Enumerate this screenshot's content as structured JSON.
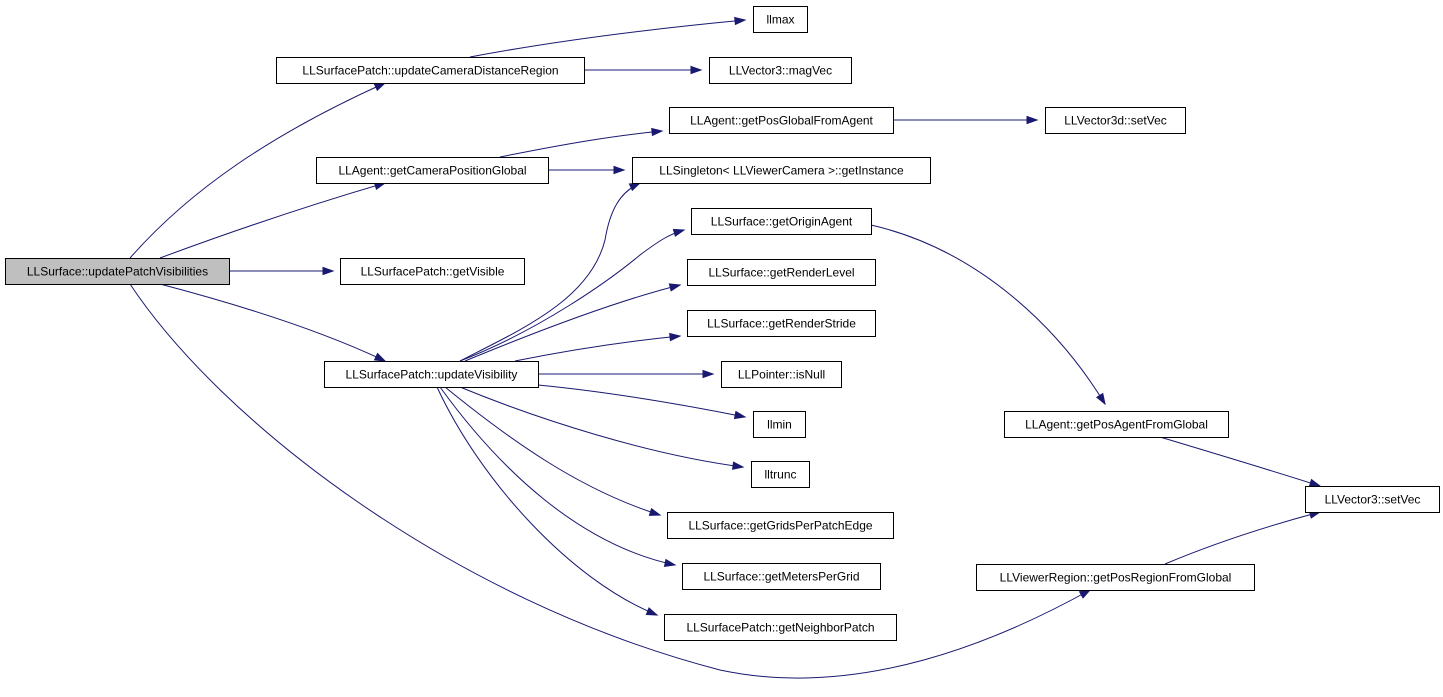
{
  "nodes": [
    {
      "id": "root",
      "label": "LLSurface::updatePatchVisibilities",
      "highlight": true
    },
    {
      "id": "ucdr",
      "label": "LLSurfacePatch::updateCameraDistanceRegion"
    },
    {
      "id": "llmax",
      "label": "llmax"
    },
    {
      "id": "magvec",
      "label": "LLVector3::magVec"
    },
    {
      "id": "pgfa",
      "label": "LLAgent::getPosGlobalFromAgent"
    },
    {
      "id": "v3dset",
      "label": "LLVector3d::setVec"
    },
    {
      "id": "gcpg",
      "label": "LLAgent::getCameraPositionGlobal"
    },
    {
      "id": "single",
      "label": "LLSingleton< LLViewerCamera >::getInstance"
    },
    {
      "id": "goa",
      "label": "LLSurface::getOriginAgent"
    },
    {
      "id": "gvis",
      "label": "LLSurfacePatch::getVisible"
    },
    {
      "id": "grl",
      "label": "LLSurface::getRenderLevel"
    },
    {
      "id": "grs",
      "label": "LLSurface::getRenderStride"
    },
    {
      "id": "uvis",
      "label": "LLSurfacePatch::updateVisibility"
    },
    {
      "id": "isnull",
      "label": "LLPointer::isNull"
    },
    {
      "id": "llmin",
      "label": "llmin"
    },
    {
      "id": "lltrunc",
      "label": "lltrunc"
    },
    {
      "id": "pafg",
      "label": "LLAgent::getPosAgentFromGlobal"
    },
    {
      "id": "v3set",
      "label": "LLVector3::setVec"
    },
    {
      "id": "ggppe",
      "label": "LLSurface::getGridsPerPatchEdge"
    },
    {
      "id": "gmpg",
      "label": "LLSurface::getMetersPerGrid"
    },
    {
      "id": "prfg",
      "label": "LLViewerRegion::getPosRegionFromGlobal"
    },
    {
      "id": "gnp",
      "label": "LLSurfacePatch::getNeighborPatch"
    }
  ],
  "edges": [
    {
      "from": "root",
      "to": "ucdr"
    },
    {
      "from": "root",
      "to": "gcpg"
    },
    {
      "from": "root",
      "to": "gvis"
    },
    {
      "from": "root",
      "to": "uvis"
    },
    {
      "from": "root",
      "to": "prfg"
    },
    {
      "from": "ucdr",
      "to": "llmax"
    },
    {
      "from": "ucdr",
      "to": "magvec"
    },
    {
      "from": "gcpg",
      "to": "pgfa"
    },
    {
      "from": "gcpg",
      "to": "single"
    },
    {
      "from": "pgfa",
      "to": "v3dset"
    },
    {
      "from": "uvis",
      "to": "single"
    },
    {
      "from": "uvis",
      "to": "goa"
    },
    {
      "from": "uvis",
      "to": "grl"
    },
    {
      "from": "uvis",
      "to": "grs"
    },
    {
      "from": "uvis",
      "to": "isnull"
    },
    {
      "from": "uvis",
      "to": "llmin"
    },
    {
      "from": "uvis",
      "to": "lltrunc"
    },
    {
      "from": "uvis",
      "to": "ggppe"
    },
    {
      "from": "uvis",
      "to": "gmpg"
    },
    {
      "from": "uvis",
      "to": "gnp"
    },
    {
      "from": "goa",
      "to": "pafg"
    },
    {
      "from": "pafg",
      "to": "v3set"
    },
    {
      "from": "prfg",
      "to": "v3set"
    }
  ],
  "colors": {
    "edge": "#191970",
    "root_fill": "#bfbfbf",
    "node_fill": "#ffffff",
    "node_border": "#000000"
  }
}
